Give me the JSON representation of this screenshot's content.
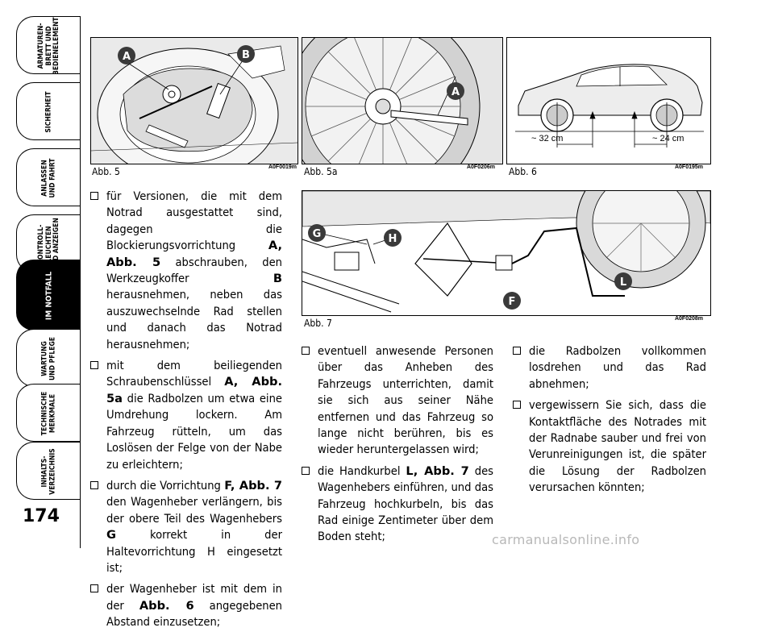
{
  "page": {
    "number": "174",
    "watermark": "carmanualsonline.info"
  },
  "tabs": [
    {
      "label": "ARMATUREN-\nBRETT UND\nBEDIENELEMENTE",
      "active": false
    },
    {
      "label": "SICHERHEIT",
      "active": false
    },
    {
      "label": "ANLASSEN\nUND FAHRT",
      "active": false
    },
    {
      "label": "KONTROLL-\nLEUCHTEN\nUND ANZEIGEN",
      "active": false
    },
    {
      "label": "IM NOTFALL",
      "active": true
    },
    {
      "label": "WARTUNG\nUND PFLEGE",
      "active": false
    },
    {
      "label": "TECHNISCHE\nMERKMALE",
      "active": false
    },
    {
      "label": "INHALTS-\nVERZEICHNIS",
      "active": false
    }
  ],
  "figures": {
    "abb5": {
      "caption": "Abb. 5",
      "code": "A0F0019m",
      "markers": [
        "A",
        "B"
      ]
    },
    "abb5a": {
      "caption": "Abb. 5a",
      "code": "A0F0206m",
      "markers": [
        "A"
      ]
    },
    "abb6": {
      "caption": "Abb. 6",
      "code": "A0F0195m",
      "dims": [
        "~ 32 cm",
        "~ 24 cm"
      ]
    },
    "abb7": {
      "caption": "Abb. 7",
      "code": "A0F0208m",
      "markers": [
        "G",
        "H",
        "F",
        "L"
      ]
    }
  },
  "colors": {
    "marker": "#3a3a3a",
    "ink": "#000000",
    "watermark": "#b8b8b8",
    "active_tab": "#000000"
  },
  "text": {
    "col1": [
      {
        "pre": "für Versionen, die mit dem Notrad ausgestattet sind, dagegen die Blockierungsvorrichtung ",
        "ref": "A, Abb. 5",
        "mid": " abschrauben, den Werkzeugkoffer ",
        "ref2": "B",
        "post": " herausnehmen, neben das auszuwechselnde Rad stellen und danach das Notrad herausnehmen;"
      },
      {
        "pre": "mit dem beiliegenden Schraubenschlüssel ",
        "ref": "A, Abb. 5a",
        "mid": " die Radbolzen um etwa eine Umdrehung lockern. Am Fahrzeug rütteln, um das Loslösen der Felge von der Nabe zu erleichtern;",
        "ref2": "",
        "post": ""
      },
      {
        "pre": "durch die Vorrichtung ",
        "ref": "F, Abb. 7",
        "mid": " den Wagenheber verlängern, bis der obere Teil des Wagenhebers ",
        "ref2": "G",
        "post": " korrekt in der Haltevorrichtung H eingesetzt ist;"
      },
      {
        "pre": "der Wagenheber ist mit dem in der ",
        "ref": "Abb. 6",
        "mid": " angegebenen Abstand einzusetzen;",
        "ref2": "",
        "post": ""
      }
    ],
    "col2": [
      {
        "pre": "eventuell anwesende Personen über das Anheben des Fahrzeugs unterrichten, damit sie sich aus seiner Nähe entfernen und das Fahrzeug so lange nicht berühren, bis es wieder heruntergelassen wird;",
        "ref": "",
        "mid": "",
        "ref2": "",
        "post": ""
      },
      {
        "pre": "die Handkurbel ",
        "ref": "L, Abb. 7",
        "mid": " des Wagenhebers einführen, und das Fahrzeug hochkurbeln, bis das Rad einige Zentimeter über dem Boden steht;",
        "ref2": "",
        "post": ""
      }
    ],
    "col3": [
      {
        "pre": "die Radbolzen vollkommen losdrehen und das Rad abnehmen;",
        "ref": "",
        "mid": "",
        "ref2": "",
        "post": ""
      },
      {
        "pre": "vergewissern Sie sich, dass die Kontaktfläche des Notrades mit der Radnabe sauber und frei von Verunreinigungen ist, die später die Lösung der Radbolzen verursachen könnten;",
        "ref": "",
        "mid": "",
        "ref2": "",
        "post": ""
      }
    ]
  }
}
